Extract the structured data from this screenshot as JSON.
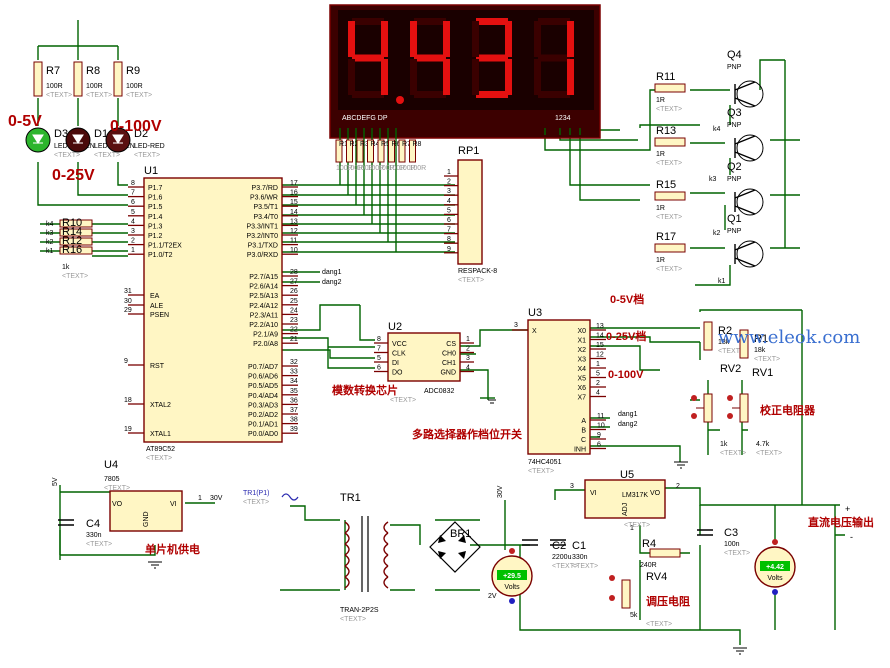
{
  "watermark": "www.eleok.com",
  "display": {
    "digits": [
      "4",
      ".",
      "4",
      "3",
      "1"
    ],
    "seg_label": "ABCDEFG DP",
    "digit_pins": "1234",
    "colors": {
      "bg": "#1a0000",
      "on": "#e41010"
    }
  },
  "u1": {
    "ref": "U1",
    "part": "AT89C52",
    "txt": "<TEXT>",
    "left_pins": [
      {
        "n": "8",
        "name": "P1.7"
      },
      {
        "n": "7",
        "name": "P1.6"
      },
      {
        "n": "6",
        "name": "P1.5"
      },
      {
        "n": "5",
        "name": "P1.4"
      },
      {
        "n": "4",
        "name": "P1.3"
      },
      {
        "n": "3",
        "name": "P1.2"
      },
      {
        "n": "2",
        "name": "P1.1/T2EX"
      },
      {
        "n": "1",
        "name": "P1.0/T2"
      }
    ],
    "right_pins": [
      {
        "n": "17",
        "name": "P3.7/RD"
      },
      {
        "n": "16",
        "name": "P3.6/WR"
      },
      {
        "n": "15",
        "name": "P3.5/T1"
      },
      {
        "n": "14",
        "name": "P3.4/T0"
      },
      {
        "n": "13",
        "name": "P3.3/INT1"
      },
      {
        "n": "12",
        "name": "P3.2/INT0"
      },
      {
        "n": "11",
        "name": "P3.1/TXD"
      },
      {
        "n": "10",
        "name": "P3.0/RXD"
      }
    ],
    "p2_pins": [
      {
        "n": "28",
        "name": "P2.7/A15"
      },
      {
        "n": "27",
        "name": "P2.6/A14"
      },
      {
        "n": "26",
        "name": "P2.5/A13"
      },
      {
        "n": "25",
        "name": "P2.4/A12"
      },
      {
        "n": "24",
        "name": "P2.3/A11"
      },
      {
        "n": "23",
        "name": "P2.2/A10"
      },
      {
        "n": "22",
        "name": "P2.1/A9"
      },
      {
        "n": "21",
        "name": "P2.0/A8"
      }
    ],
    "p0_pins": [
      {
        "n": "32",
        "name": "P0.7/AD7"
      },
      {
        "n": "33",
        "name": "P0.6/AD6"
      },
      {
        "n": "34",
        "name": "P0.5/AD5"
      },
      {
        "n": "35",
        "name": "P0.4/AD4"
      },
      {
        "n": "36",
        "name": "P0.3/AD3"
      },
      {
        "n": "37",
        "name": "P0.2/AD2"
      },
      {
        "n": "38",
        "name": "P0.1/AD1"
      },
      {
        "n": "39",
        "name": "P0.0/AD0"
      }
    ],
    "misc_pins": [
      {
        "n": "31",
        "name": "EA"
      },
      {
        "n": "30",
        "name": "ALE"
      },
      {
        "n": "29",
        "name": "PSEN"
      },
      {
        "n": "9",
        "name": "RST"
      },
      {
        "n": "18",
        "name": "XTAL2"
      },
      {
        "n": "19",
        "name": "XTAL1"
      }
    ]
  },
  "u2": {
    "ref": "U2",
    "part": "ADC0832",
    "txt": "<TEXT>",
    "left": [
      {
        "n": "8",
        "name": "VCC"
      },
      {
        "n": "7",
        "name": "CLK"
      },
      {
        "n": "5",
        "name": "DI"
      },
      {
        "n": "6",
        "name": "DO"
      }
    ],
    "right": [
      {
        "n": "1",
        "name": "CS"
      },
      {
        "n": "2",
        "name": "CH0"
      },
      {
        "n": "3",
        "name": "CH1"
      },
      {
        "n": "4",
        "name": "GND"
      }
    ]
  },
  "u3": {
    "ref": "U3",
    "part": "74HC4051",
    "txt": "<TEXT>",
    "left_x": "X",
    "left_n": "3",
    "outs": [
      {
        "n": "13",
        "name": "X0"
      },
      {
        "n": "14",
        "name": "X1"
      },
      {
        "n": "15",
        "name": "X2"
      },
      {
        "n": "12",
        "name": "X3"
      },
      {
        "n": "1",
        "name": "X4"
      },
      {
        "n": "5",
        "name": "X5"
      },
      {
        "n": "2",
        "name": "X6"
      },
      {
        "n": "4",
        "name": "X7"
      }
    ],
    "ctl": [
      {
        "n": "11",
        "name": "A"
      },
      {
        "n": "10",
        "name": "B"
      },
      {
        "n": "9",
        "name": "C"
      },
      {
        "n": "6",
        "name": "INH"
      }
    ]
  },
  "u4": {
    "ref": "U4",
    "part": "7805",
    "txt": "<TEXT>",
    "vo": "VO",
    "vi": "VI",
    "gnd": "GND",
    "pin1": "1",
    "pin3": "3",
    "in_label": "30V",
    "out_label": "5V"
  },
  "u5": {
    "ref": "U5",
    "part": "LM317K",
    "txt": "<TEXT>",
    "vo": "VO",
    "vi": "VI",
    "adj": "ADJ",
    "pin2": "2",
    "pin3": "3",
    "pin1": "1"
  },
  "rp1": {
    "ref": "RP1",
    "part": "RESPACK-8",
    "txt": "<TEXT>",
    "pins": [
      "1",
      "2",
      "3",
      "4",
      "5",
      "6",
      "7",
      "8",
      "9"
    ]
  },
  "resistors": [
    {
      "ref": "R7",
      "val": "100R"
    },
    {
      "ref": "R8",
      "val": "100R"
    },
    {
      "ref": "R9",
      "val": "100R"
    },
    {
      "ref": "R10",
      "val": "1k"
    },
    {
      "ref": "R14",
      "val": "1k"
    },
    {
      "ref": "R12",
      "val": "1k"
    },
    {
      "ref": "R16",
      "val": "1k"
    },
    {
      "ref": "R11",
      "val": "1R"
    },
    {
      "ref": "R13",
      "val": "1R"
    },
    {
      "ref": "R15",
      "val": "1R"
    },
    {
      "ref": "R17",
      "val": "1R"
    },
    {
      "ref": "R2",
      "val": "18k"
    },
    {
      "ref": "R1",
      "val": "18k"
    },
    {
      "ref": "R4",
      "val": "240R"
    }
  ],
  "seg_resistors": [
    "R1",
    "R2",
    "R3",
    "R4",
    "R5",
    "R6",
    "R7",
    "R8"
  ],
  "seg_res_val": "100R",
  "leds": [
    {
      "ref": "D3",
      "part": "LED-GREEN"
    },
    {
      "ref": "D1",
      "part": "LED-GREEN"
    },
    {
      "ref": "D2",
      "part": "LED-RED"
    }
  ],
  "transistors": [
    {
      "ref": "Q4",
      "part": "PNP"
    },
    {
      "ref": "Q3",
      "part": "PNP"
    },
    {
      "ref": "Q2",
      "part": "PNP"
    },
    {
      "ref": "Q1",
      "part": "PNP"
    }
  ],
  "k_labels": [
    "k4",
    "k3",
    "k2",
    "k1"
  ],
  "dang": [
    "dang1",
    "dang2"
  ],
  "pots": [
    {
      "ref": "RV2",
      "val": "1k"
    },
    {
      "ref": "RV1",
      "val": "4.7k"
    },
    {
      "ref": "RV4",
      "val": "5k"
    }
  ],
  "caps": [
    {
      "ref": "C4",
      "val": "330n"
    },
    {
      "ref": "C2",
      "val": "2200u"
    },
    {
      "ref": "C1",
      "val": "330n"
    },
    {
      "ref": "C3",
      "val": "100n"
    }
  ],
  "tr1": {
    "ref": "TR1",
    "part": "TRAN-2P2S",
    "txt": "<TEXT>",
    "src": "TR1(P1)"
  },
  "br1": {
    "ref": "BR1"
  },
  "meters": [
    {
      "value": "+29.5",
      "unit": "Volts"
    },
    {
      "value": "+4.42",
      "unit": "Volts"
    }
  ],
  "annotations": {
    "range_5": "0-5V",
    "range_25": "0-25V",
    "range_100": "0-100V",
    "range_5v_sel": "0-5V档",
    "range_25v_sel": "0-25V档",
    "range_100v_sel": "0-100V",
    "adc_chip": "模数转换芯片",
    "mux": "多路选择器作档位开关",
    "cal_pot": "校正电阻器",
    "mcu_supply": "单片机供电",
    "dc_out": "直流电压输出",
    "adj_pot": "调压电阻",
    "rail_30v": "30V",
    "rail_2v": "2V",
    "plus": "+",
    "minus": "-"
  }
}
